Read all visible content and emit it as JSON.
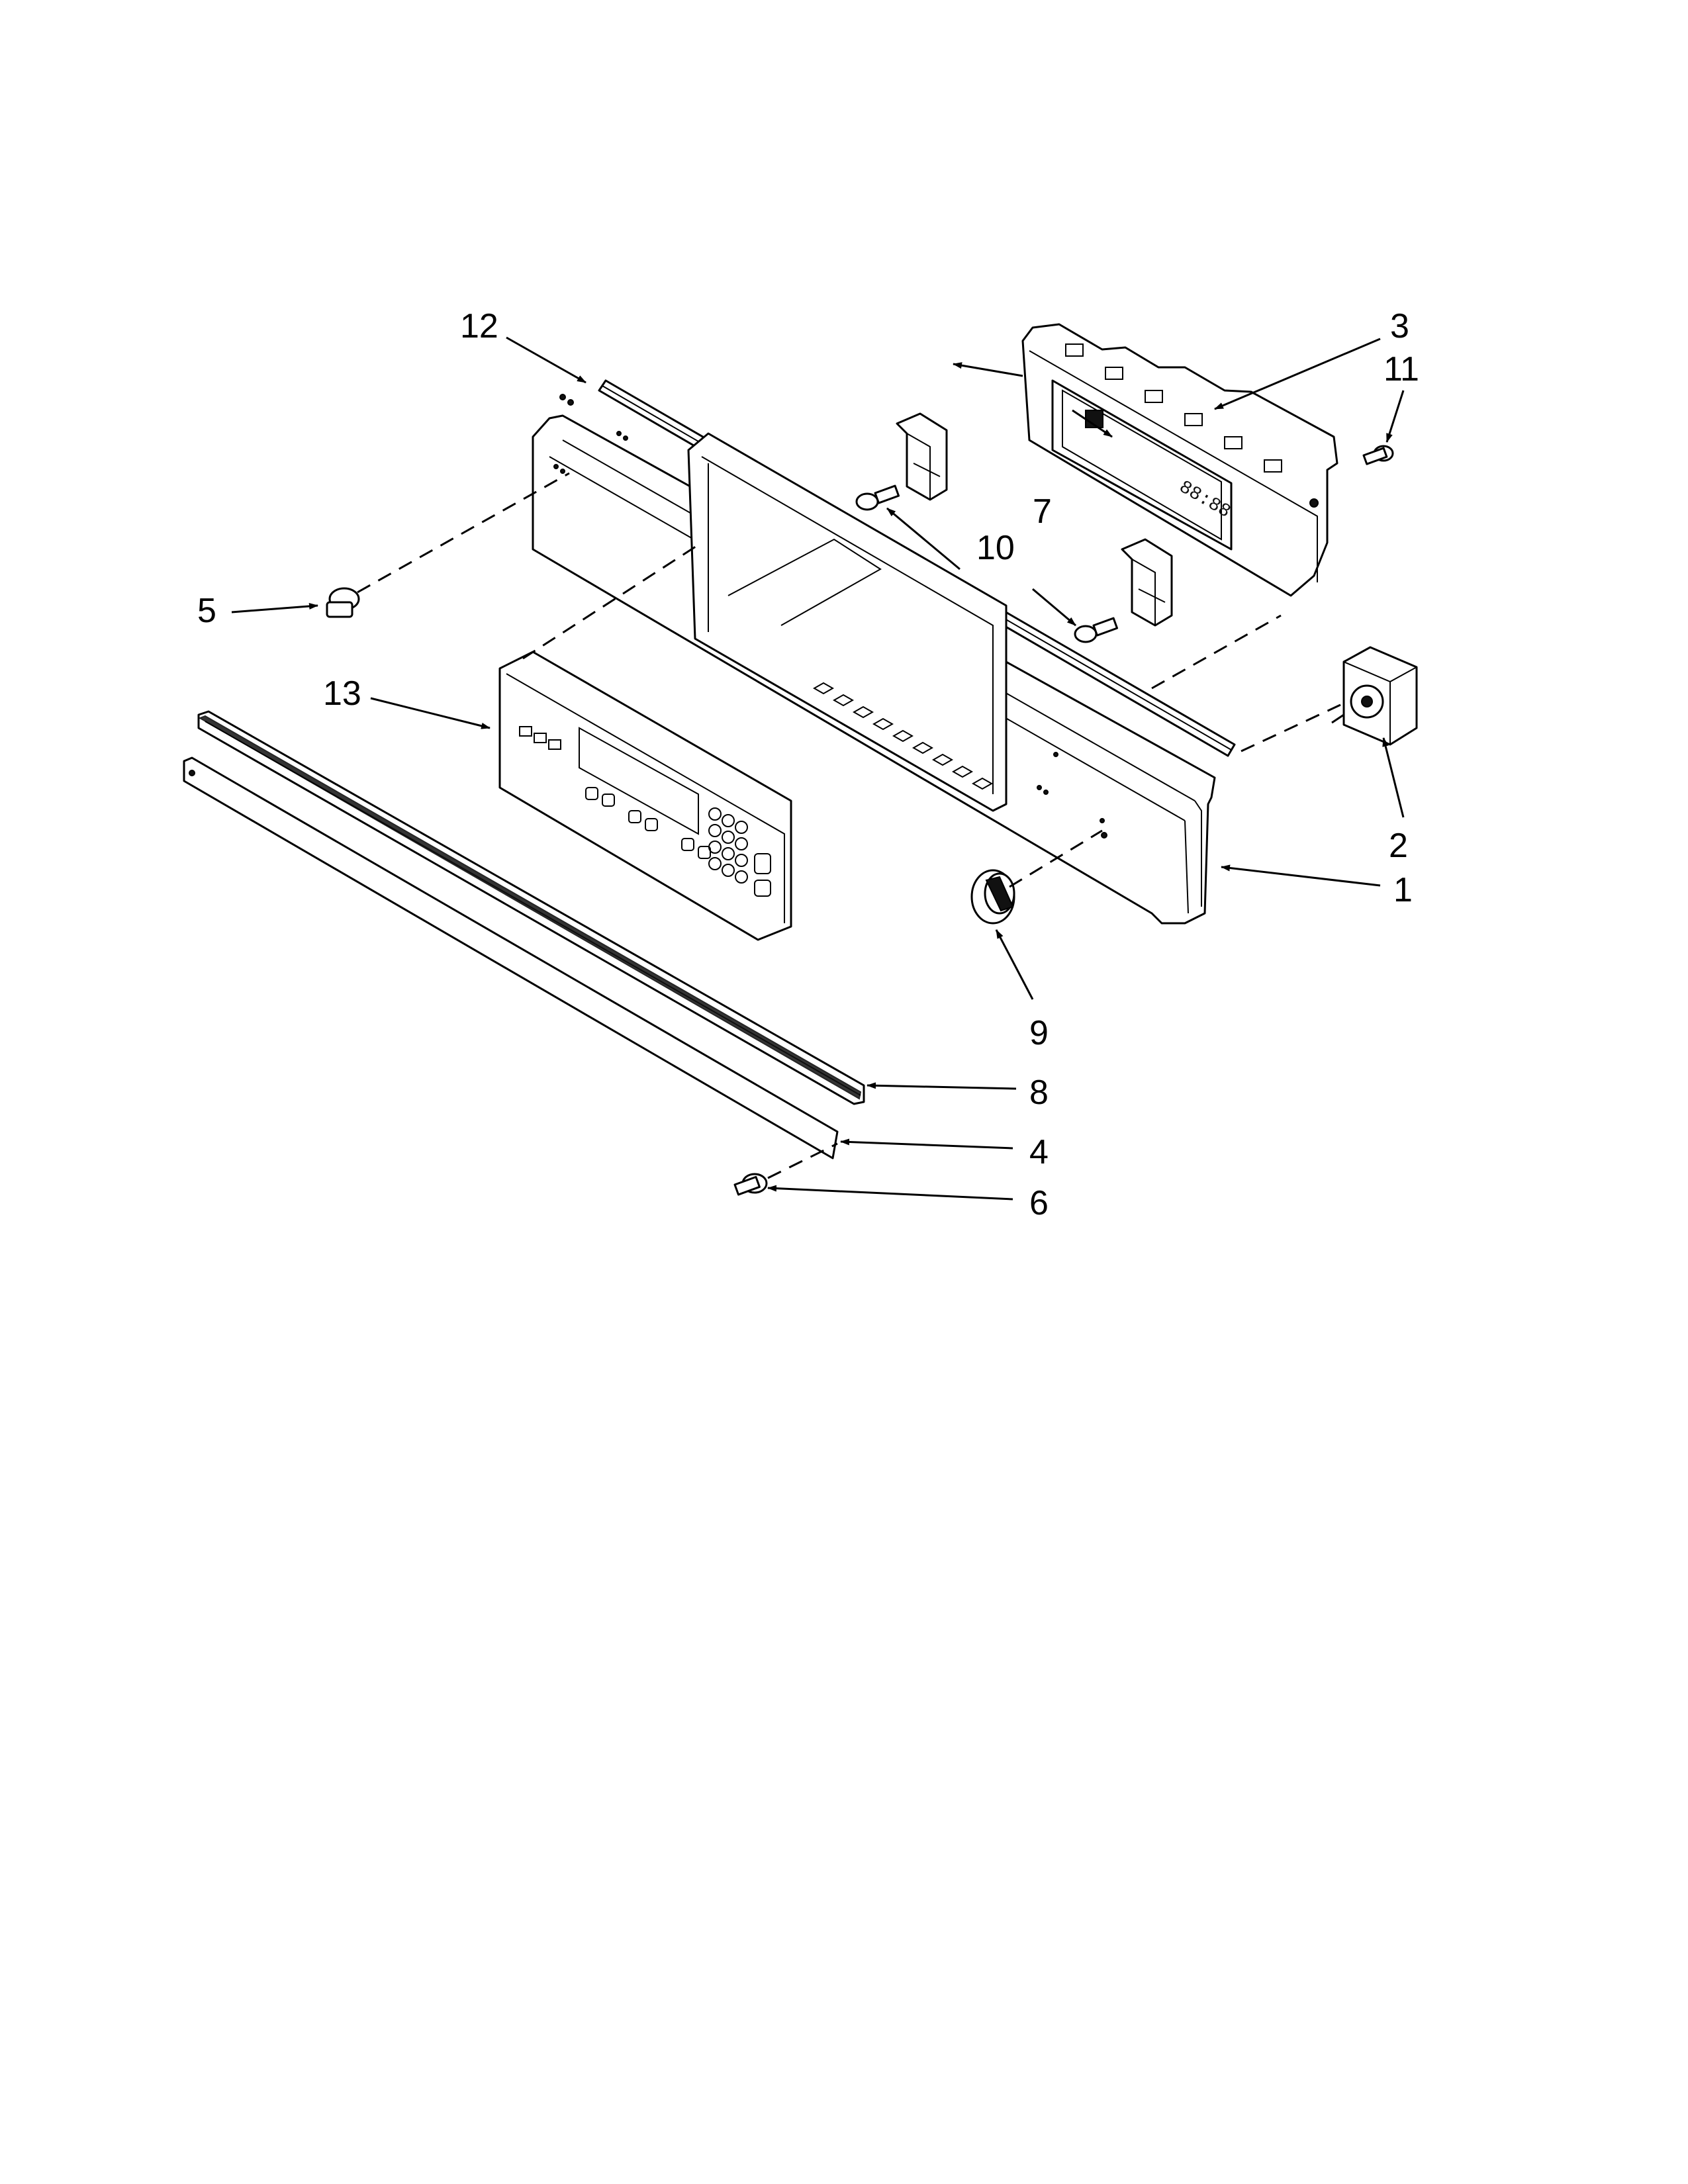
{
  "callouts": {
    "c1": "1",
    "c2": "2",
    "c3": "3",
    "c4": "4",
    "c5": "5",
    "c6": "6",
    "c7": "7",
    "c8": "8",
    "c9": "9",
    "c10": "10",
    "c11": "11",
    "c12": "12",
    "c13": "13"
  },
  "display_readout": "88:88"
}
